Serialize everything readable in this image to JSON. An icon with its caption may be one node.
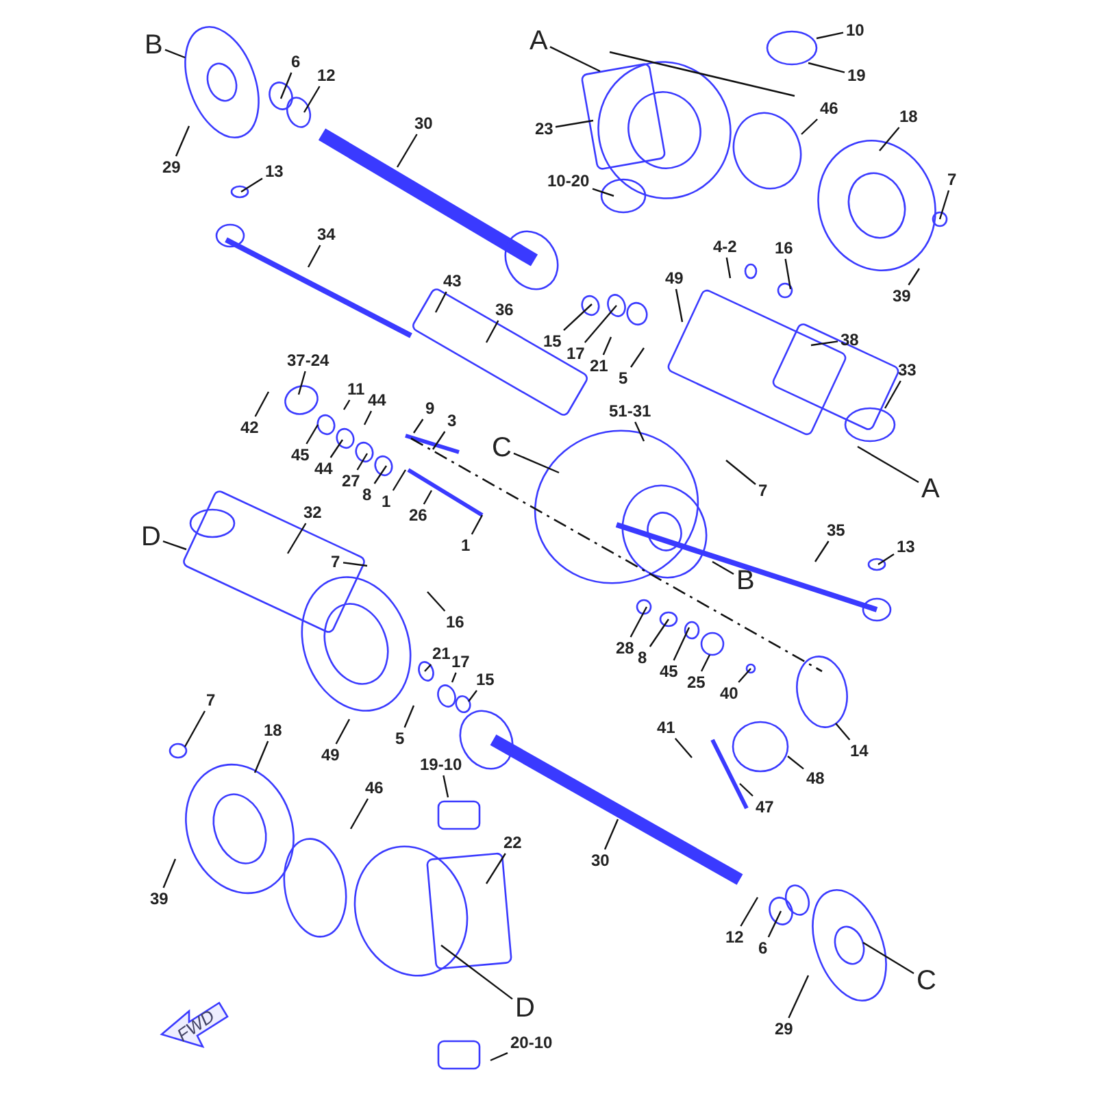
{
  "diagram": {
    "nodes": [
      {
        "text": [
          "B"
        ]
      },
      {
        "text": [
          "6"
        ]
      },
      {
        "text": [
          "12"
        ]
      },
      {
        "text": [
          "29"
        ]
      },
      {
        "text": [
          "30"
        ]
      },
      {
        "text": [
          "A"
        ]
      },
      {
        "text": [
          "10"
        ]
      },
      {
        "text": [
          "19"
        ]
      },
      {
        "text": [
          "23"
        ]
      },
      {
        "text": [
          "46"
        ]
      },
      {
        "text": [
          "18"
        ]
      },
      {
        "text": [
          "13"
        ]
      },
      {
        "text": [
          "7"
        ]
      },
      {
        "text": [
          "10-20"
        ]
      },
      {
        "text": [
          "34"
        ]
      },
      {
        "text": [
          "39"
        ]
      },
      {
        "text": [
          "4-2"
        ]
      },
      {
        "text": [
          "16"
        ]
      },
      {
        "text": [
          "43"
        ]
      },
      {
        "text": [
          "49"
        ]
      },
      {
        "text": [
          "36"
        ]
      },
      {
        "text": [
          "38"
        ]
      },
      {
        "text": [
          "15"
        ]
      },
      {
        "text": [
          "17"
        ]
      },
      {
        "text": [
          "21"
        ]
      },
      {
        "text": [
          "5"
        ]
      },
      {
        "text": [
          "33"
        ]
      },
      {
        "text": [
          "37-24"
        ]
      },
      {
        "text": [
          "11"
        ]
      },
      {
        "text": [
          "44"
        ]
      },
      {
        "text": [
          "42"
        ]
      },
      {
        "text": [
          "9"
        ]
      },
      {
        "text": [
          "3"
        ]
      },
      {
        "text": [
          "51-31"
        ]
      },
      {
        "text": [
          "C"
        ]
      },
      {
        "text": [
          "7"
        ]
      },
      {
        "text": [
          "A"
        ]
      },
      {
        "text": [
          "45"
        ]
      },
      {
        "text": [
          "44"
        ]
      },
      {
        "text": [
          "27"
        ]
      },
      {
        "text": [
          "8"
        ]
      },
      {
        "text": [
          "1"
        ]
      },
      {
        "text": [
          "26"
        ]
      },
      {
        "text": [
          "1"
        ]
      },
      {
        "text": [
          "32"
        ]
      },
      {
        "text": [
          "D"
        ]
      },
      {
        "text": [
          "35"
        ]
      },
      {
        "text": [
          "13"
        ]
      },
      {
        "text": [
          "B"
        ]
      },
      {
        "text": [
          "7"
        ]
      },
      {
        "text": [
          "16"
        ]
      },
      {
        "text": [
          "28"
        ]
      },
      {
        "text": [
          "8"
        ]
      },
      {
        "text": [
          "21"
        ]
      },
      {
        "text": [
          "17"
        ]
      },
      {
        "text": [
          "15"
        ]
      },
      {
        "text": [
          "45"
        ]
      },
      {
        "text": [
          "25"
        ]
      },
      {
        "text": [
          "40"
        ]
      },
      {
        "text": [
          "5"
        ]
      },
      {
        "text": [
          "49"
        ]
      },
      {
        "text": [
          "14"
        ]
      },
      {
        "text": [
          "41"
        ]
      },
      {
        "text": [
          "48"
        ]
      },
      {
        "text": [
          "47"
        ]
      },
      {
        "text": [
          "7"
        ]
      },
      {
        "text": [
          "18"
        ]
      },
      {
        "text": [
          "19-10"
        ]
      },
      {
        "text": [
          "46"
        ]
      },
      {
        "text": [
          "22"
        ]
      },
      {
        "text": [
          "30"
        ]
      },
      {
        "text": [
          "39"
        ]
      },
      {
        "text": [
          "12"
        ]
      },
      {
        "text": [
          "6"
        ]
      },
      {
        "text": [
          "C"
        ]
      },
      {
        "text": [
          "D"
        ]
      },
      {
        "text": [
          "29"
        ]
      },
      {
        "text": [
          "20-10"
        ]
      }
    ],
    "edges": [
      {
        "from": 0,
        "to": null,
        "arrow": "none"
      },
      {
        "from": 1,
        "to": null,
        "arrow": "none"
      },
      {
        "from": 2,
        "to": null,
        "arrow": "none"
      },
      {
        "from": 3,
        "to": null,
        "arrow": "none"
      },
      {
        "from": 4,
        "to": null,
        "arrow": "none"
      },
      {
        "from": 5,
        "to": null,
        "arrow": "none"
      },
      {
        "from": 6,
        "to": null,
        "arrow": "none"
      },
      {
        "from": 7,
        "to": null,
        "arrow": "none"
      },
      {
        "from": 8,
        "to": null,
        "arrow": "none"
      },
      {
        "from": 9,
        "to": null,
        "arrow": "none"
      },
      {
        "from": 10,
        "to": null,
        "arrow": "none"
      },
      {
        "from": 11,
        "to": null,
        "arrow": "none"
      },
      {
        "from": 12,
        "to": null,
        "arrow": "none"
      },
      {
        "from": 13,
        "to": null,
        "arrow": "none"
      },
      {
        "from": 14,
        "to": null,
        "arrow": "none"
      },
      {
        "from": 15,
        "to": null,
        "arrow": "none"
      },
      {
        "from": 16,
        "to": null,
        "arrow": "none"
      },
      {
        "from": 17,
        "to": null,
        "arrow": "none"
      },
      {
        "from": 18,
        "to": null,
        "arrow": "none"
      },
      {
        "from": 19,
        "to": null,
        "arrow": "none"
      },
      {
        "from": 20,
        "to": null,
        "arrow": "none"
      },
      {
        "from": 21,
        "to": null,
        "arrow": "none"
      },
      {
        "from": 22,
        "to": null,
        "arrow": "none"
      },
      {
        "from": 23,
        "to": null,
        "arrow": "none"
      },
      {
        "from": 24,
        "to": null,
        "arrow": "none"
      },
      {
        "from": 25,
        "to": null,
        "arrow": "none"
      },
      {
        "from": 26,
        "to": null,
        "arrow": "none"
      },
      {
        "from": 27,
        "to": null,
        "arrow": "none"
      },
      {
        "from": 28,
        "to": null,
        "arrow": "none"
      },
      {
        "from": 29,
        "to": null,
        "arrow": "none"
      },
      {
        "from": 30,
        "to": null,
        "arrow": "none"
      },
      {
        "from": 31,
        "to": null,
        "arrow": "none"
      },
      {
        "from": 32,
        "to": null,
        "arrow": "none"
      },
      {
        "from": 33,
        "to": null,
        "arrow": "none"
      },
      {
        "from": 34,
        "to": null,
        "arrow": "none"
      },
      {
        "from": 35,
        "to": null,
        "arrow": "none"
      },
      {
        "from": 36,
        "to": null,
        "arrow": "none"
      },
      {
        "from": 37,
        "to": null,
        "arrow": "none"
      },
      {
        "from": 38,
        "to": null,
        "arrow": "none"
      },
      {
        "from": 39,
        "to": null,
        "arrow": "none"
      },
      {
        "from": 40,
        "to": null,
        "arrow": "none"
      },
      {
        "from": 41,
        "to": null,
        "arrow": "none"
      },
      {
        "from": 42,
        "to": null,
        "arrow": "none"
      },
      {
        "from": 43,
        "to": null,
        "arrow": "none"
      },
      {
        "from": 44,
        "to": null,
        "arrow": "none"
      },
      {
        "from": 45,
        "to": null,
        "arrow": "none"
      },
      {
        "from": 46,
        "to": null,
        "arrow": "none"
      },
      {
        "from": 47,
        "to": null,
        "arrow": "none"
      },
      {
        "from": 48,
        "to": null,
        "arrow": "none"
      },
      {
        "from": 49,
        "to": null,
        "arrow": "none"
      },
      {
        "from": 50,
        "to": null,
        "arrow": "none"
      },
      {
        "from": 51,
        "to": null,
        "arrow": "none"
      },
      {
        "from": 52,
        "to": null,
        "arrow": "none"
      },
      {
        "from": 53,
        "to": null,
        "arrow": "none"
      },
      {
        "from": 54,
        "to": null,
        "arrow": "none"
      },
      {
        "from": 55,
        "to": null,
        "arrow": "none"
      },
      {
        "from": 56,
        "to": null,
        "arrow": "none"
      },
      {
        "from": 57,
        "to": null,
        "arrow": "none"
      },
      {
        "from": 58,
        "to": null,
        "arrow": "none"
      },
      {
        "from": 59,
        "to": null,
        "arrow": "none"
      },
      {
        "from": 60,
        "to": null,
        "arrow": "none"
      },
      {
        "from": 61,
        "to": null,
        "arrow": "none"
      },
      {
        "from": 62,
        "to": null,
        "arrow": "none"
      },
      {
        "from": 63,
        "to": null,
        "arrow": "none"
      },
      {
        "from": 64,
        "to": null,
        "arrow": "none"
      },
      {
        "from": 65,
        "to": null,
        "arrow": "none"
      },
      {
        "from": 66,
        "to": null,
        "arrow": "none"
      },
      {
        "from": 67,
        "to": null,
        "arrow": "none"
      },
      {
        "from": 68,
        "to": null,
        "arrow": "none"
      },
      {
        "from": 69,
        "to": null,
        "arrow": "none"
      },
      {
        "from": 70,
        "to": null,
        "arrow": "none"
      },
      {
        "from": 71,
        "to": null,
        "arrow": "none"
      },
      {
        "from": 72,
        "to": null,
        "arrow": "none"
      },
      {
        "from": 73,
        "to": null,
        "arrow": "none"
      },
      {
        "from": 74,
        "to": null,
        "arrow": "none"
      },
      {
        "from": 75,
        "to": null,
        "arrow": "none"
      },
      {
        "from": 76,
        "to": null,
        "arrow": "none"
      },
      {
        "from": 77,
        "to": null,
        "arrow": "none"
      }
    ],
    "labels": [
      "FWD"
    ]
  }
}
